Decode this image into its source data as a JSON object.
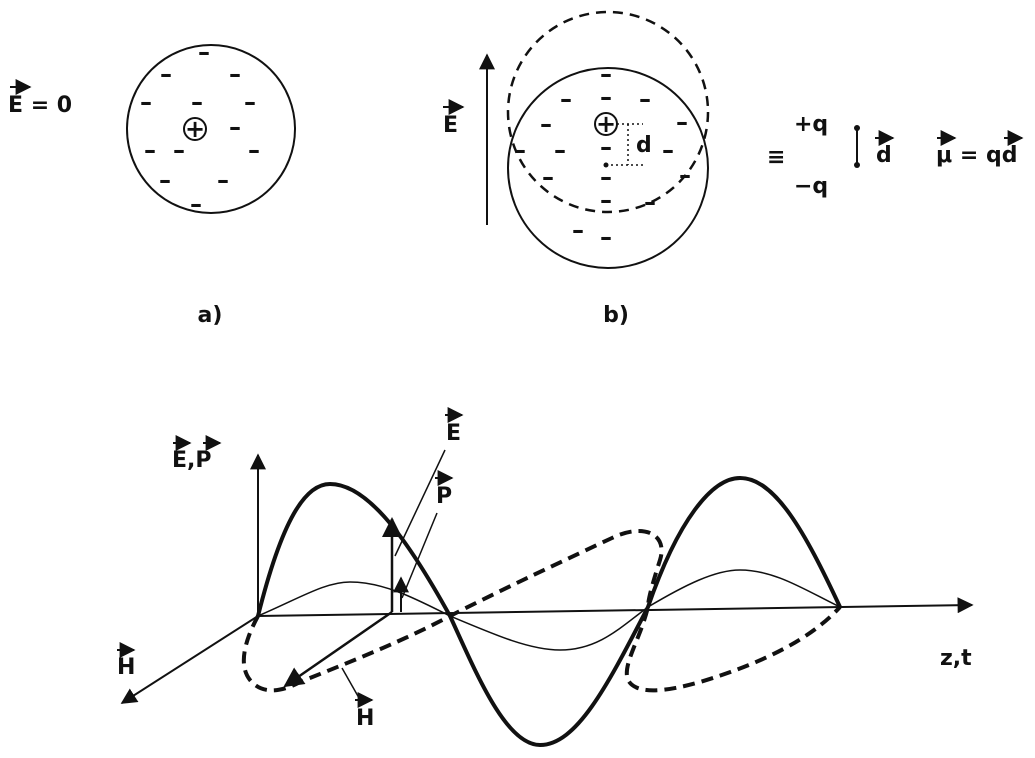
{
  "panel_a": {
    "field_label": "E = 0",
    "nucleus_symbol": "+",
    "electron_symbol": "–",
    "caption": "a)"
  },
  "panel_b": {
    "field_label": "E",
    "displacement_label": "d",
    "nucleus_symbol": "+",
    "electron_symbol": "–",
    "equivalence_symbol": "≡",
    "plus_charge": "+q",
    "minus_charge": "−q",
    "dipole_vector_label": "d",
    "dipole_moment": "μ = qd",
    "caption": "b)"
  },
  "wave_diagram": {
    "vertical_axis_label": "E,P",
    "horizontal_axis_label": "z,t",
    "oblique_axis_label": "H",
    "e_curve_label": "E",
    "p_curve_label": "P",
    "h_curve_label": "H"
  }
}
